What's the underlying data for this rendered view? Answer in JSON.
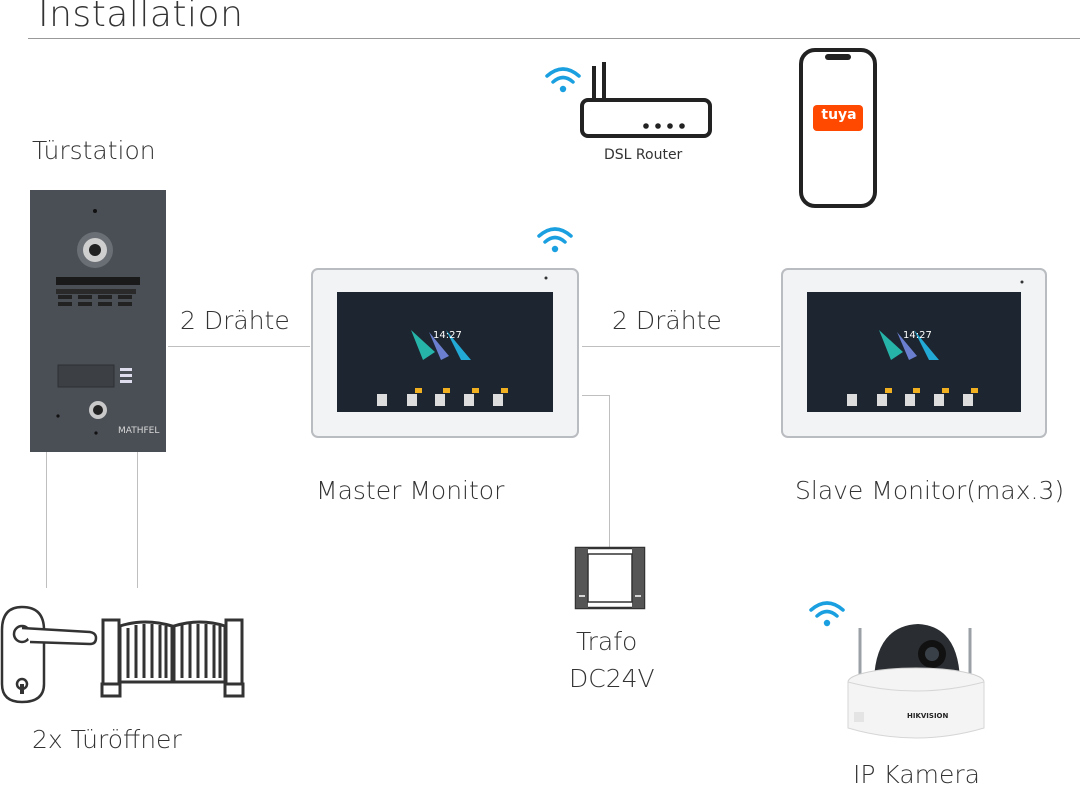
{
  "title": "Installation",
  "labels": {
    "door_station": "Türstation",
    "wires_left": "2 Drähte",
    "wires_right": "2 Drähte",
    "master_monitor": "Master Monitor",
    "slave_monitor": "Slave Monitor(max.3)",
    "transformer_line1": "Trafo",
    "transformer_line2": "DC24V",
    "door_openers": "2x Türöffner",
    "ip_camera": "IP Kamera",
    "router": "DSL Router"
  },
  "brand": {
    "door_station_brand": "MATHFEL",
    "app_logo": "tuya",
    "camera_brand": "HIKVISION"
  },
  "screens": {
    "master_time": "14:27",
    "slave_time": "14:27"
  },
  "icons": [
    "wifi-icon",
    "router-icon",
    "smartphone-icon",
    "door-handle-icon",
    "gate-icon",
    "transformer-icon",
    "dome-camera-icon"
  ],
  "colors": {
    "tuya": "#ff4800",
    "panel": "#4a4f55",
    "screen": "#1c2530",
    "line": "#bfbfbf",
    "text": "#333333"
  }
}
